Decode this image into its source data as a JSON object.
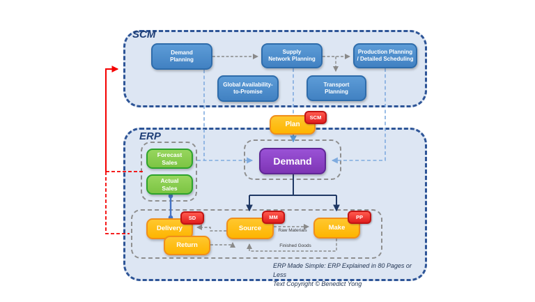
{
  "diagram": {
    "scm": {
      "label": "SCM",
      "demand_planning": "Demand\nPlanning",
      "supply_network_planning": "Supply\nNetwork Planning",
      "production_planning": "Production Planning\n/ Detailed Scheduling",
      "global_atp": "Global Availability-\nto-Promise",
      "transport_planning": "Transport\nPlanning"
    },
    "plan": {
      "label": "Plan",
      "badge": "SCM"
    },
    "erp": {
      "label": "ERP",
      "demand": "Demand",
      "forecast_sales": "Forecast\nSales",
      "actual_sales": "Actual\nSales",
      "delivery": {
        "label": "Delivery",
        "badge": "SD"
      },
      "source": {
        "label": "Source",
        "badge": "MM"
      },
      "make": {
        "label": "Make",
        "badge": "PP"
      },
      "return": {
        "label": "Return"
      },
      "flow_labels": {
        "raw_materials": "Raw Materials",
        "finished_goods": "Finished Goods"
      }
    },
    "footer": {
      "line1": "ERP Made Simple: ERP Explained in 80 Pages or Less",
      "line2": "Text Copyright © Benedict Yong"
    },
    "colors": {
      "container_fill": "#dde6f3",
      "container_border": "#2e5597",
      "scm_box": "#4e8ed2",
      "orange_box": "#fdb501",
      "green_box": "#86cf4e",
      "purple_box": "#8a42c4",
      "badge_red": "#ee3333",
      "connector_light_blue": "#7fabdf",
      "connector_gray": "#8a8a8a",
      "connector_navy": "#1f3864",
      "connector_royal": "#4472c4",
      "connector_red": "#f40000"
    }
  }
}
